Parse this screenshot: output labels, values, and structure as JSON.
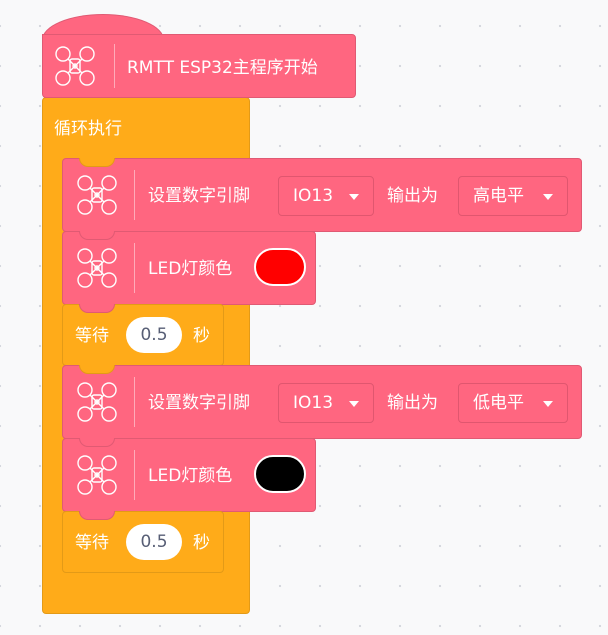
{
  "hat_block": {
    "label": "RMTT ESP32主程序开始",
    "icon": "drone-icon",
    "color": "#ff6680"
  },
  "loop_block": {
    "label": "循环执行",
    "color": "#ffab19"
  },
  "blocks": [
    {
      "type": "set_pin",
      "label": "设置数字引脚",
      "pin": "IO13",
      "output_label": "输出为",
      "level": "高电平"
    },
    {
      "type": "led_color",
      "label": "LED灯颜色",
      "color": "#ff0000"
    },
    {
      "type": "wait",
      "label": "等待",
      "value": "0.5",
      "unit": "秒"
    },
    {
      "type": "set_pin",
      "label": "设置数字引脚",
      "pin": "IO13",
      "output_label": "输出为",
      "level": "低电平"
    },
    {
      "type": "led_color",
      "label": "LED灯颜色",
      "color": "#000000"
    },
    {
      "type": "wait",
      "label": "等待",
      "value": "0.5",
      "unit": "秒"
    }
  ]
}
